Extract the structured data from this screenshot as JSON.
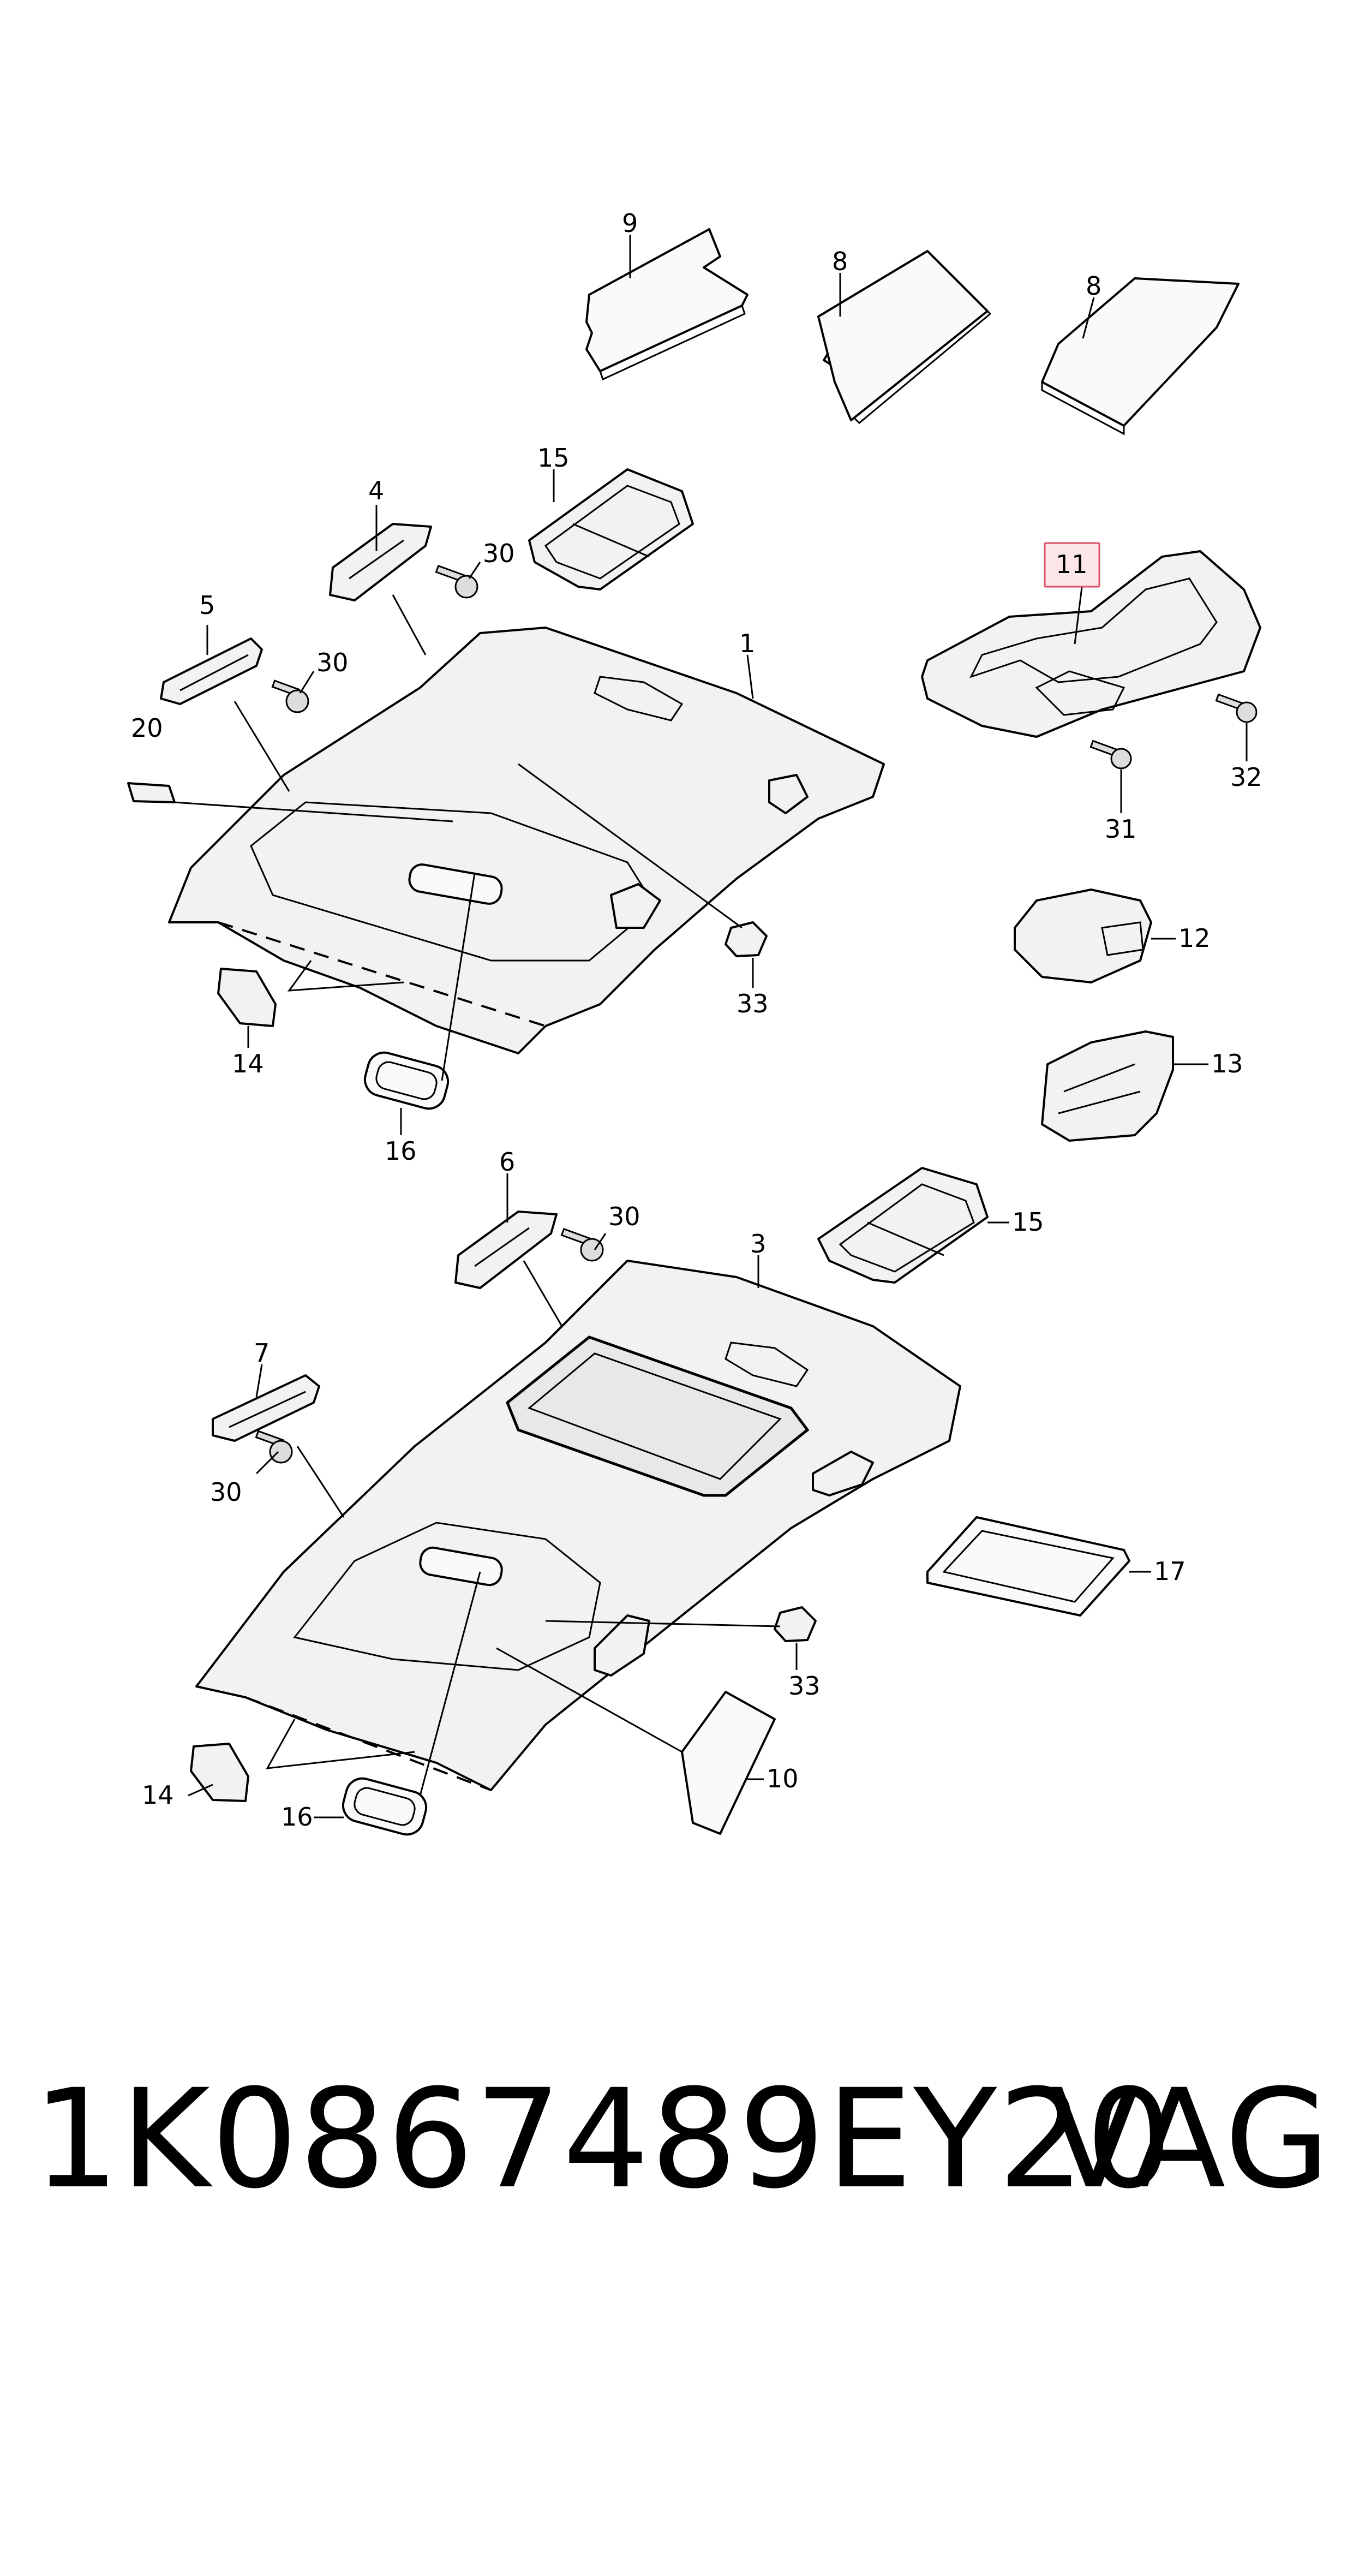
{
  "callouts": {
    "c1": "1",
    "c3": "3",
    "c4": "4",
    "c5": "5",
    "c6": "6",
    "c7": "7",
    "c8a": "8",
    "c8b": "8",
    "c9": "9",
    "c10": "10",
    "c11": "11",
    "c12": "12",
    "c13": "13",
    "c14a": "14",
    "c14b": "14",
    "c15a": "15",
    "c15b": "15",
    "c16a": "16",
    "c16b": "16",
    "c17": "17",
    "c20": "20",
    "c30a": "30",
    "c30b": "30",
    "c30c": "30",
    "c30d": "30",
    "c31": "31",
    "c32": "32",
    "c33a": "33",
    "c33b": "33"
  },
  "highlight": {
    "callout": "11",
    "box_color": "#d9506a",
    "fill_color": "#fde6ea"
  },
  "footer": {
    "part_number": "1K0867489EY20",
    "brand": "VAG"
  }
}
